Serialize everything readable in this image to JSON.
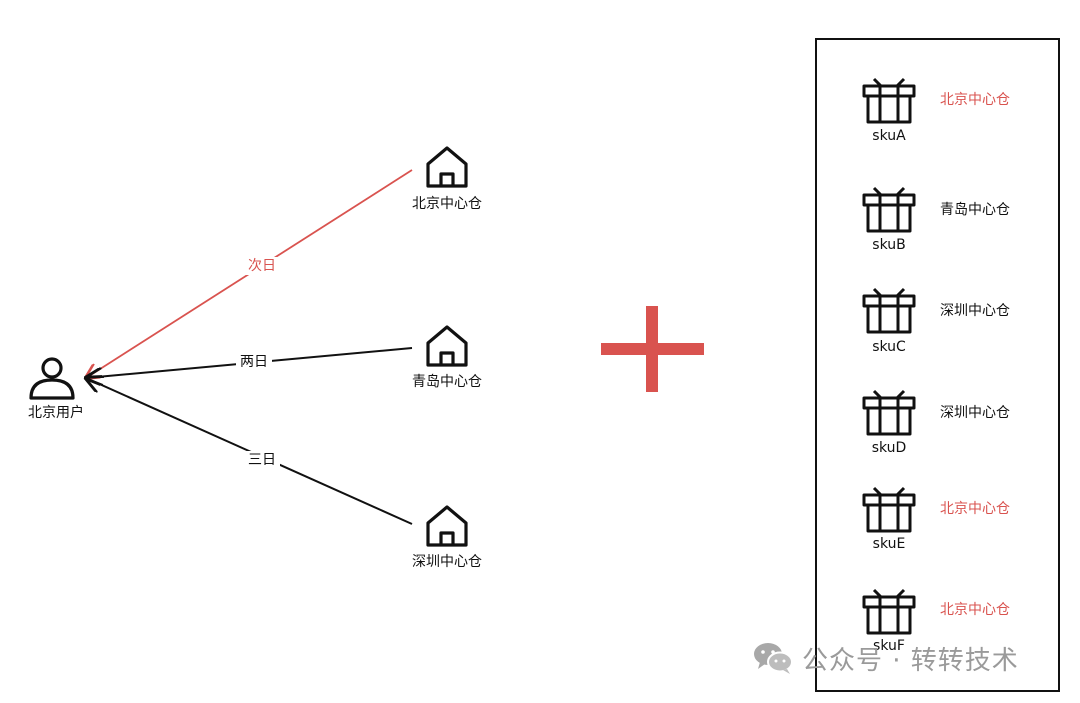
{
  "user": {
    "label": "北京用户"
  },
  "warehouses": [
    {
      "id": "beijing",
      "label": "北京中心仓",
      "edge_label": "次日",
      "highlight": true
    },
    {
      "id": "qingdao",
      "label": "青岛中心仓",
      "edge_label": "两日",
      "highlight": false
    },
    {
      "id": "shenzhen",
      "label": "深圳中心仓",
      "edge_label": "三日",
      "highlight": false
    }
  ],
  "skus": [
    {
      "name": "skuA",
      "warehouse": "北京中心仓",
      "highlight": true
    },
    {
      "name": "skuB",
      "warehouse": "青岛中心仓",
      "highlight": false
    },
    {
      "name": "skuC",
      "warehouse": "深圳中心仓",
      "highlight": false
    },
    {
      "name": "skuD",
      "warehouse": "深圳中心仓",
      "highlight": false
    },
    {
      "name": "skuE",
      "warehouse": "北京中心仓",
      "highlight": true
    },
    {
      "name": "skuF",
      "warehouse": "北京中心仓",
      "highlight": true
    }
  ],
  "watermark": {
    "text": "公众号 · 转转技术",
    "icon": "wechat-icon"
  },
  "colors": {
    "highlight": "#d9534f",
    "line": "#111111",
    "plus": "#d9534f"
  }
}
